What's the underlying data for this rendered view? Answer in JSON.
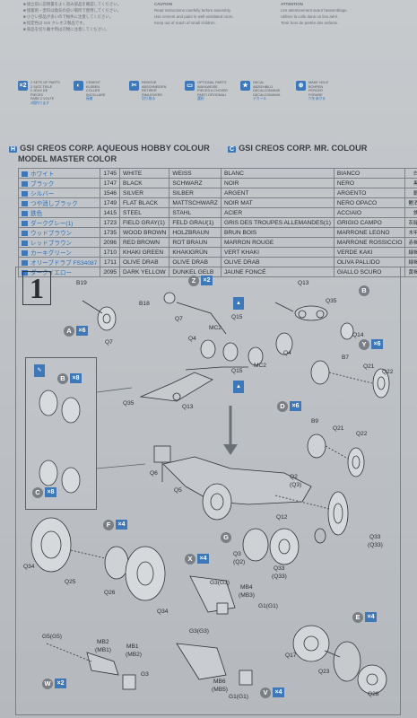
{
  "header": {
    "gsi_aqueous_title": "GSI CREOS CORP. AQUEOUS HOBBY COLOUR",
    "model_master_title": "MODEL MASTER COLOR",
    "gsi_mr_title": "GSI CREOS CORP. MR. COLOUR",
    "h_badge": "H",
    "c_badge": "C"
  },
  "caution_heading": "CAUTION",
  "attention_heading": "ATTENTION",
  "symbols": [
    {
      "badge": "×2",
      "lines": [
        "2 SETS OF PARTS",
        "2 SATZ TEILE",
        "2 JEUX DE PIECES",
        "FARE 2 VOLTE",
        "2個作ります"
      ]
    },
    {
      "badge": "◐",
      "lines": [
        "CEMENT",
        "KLEBEN",
        "COLLER",
        "INCOLLARE",
        "接着"
      ]
    },
    {
      "badge": "✂",
      "lines": [
        "REMOVE",
        "ABSCHNEIDEN",
        "RETIRER",
        "RIMUOVERE",
        "切り取る"
      ]
    },
    {
      "badge": "▭",
      "lines": [
        "OPTIONAL PARTS",
        "WAHLWEISE",
        "PIECES A CHOISIR",
        "PARTI OPZIONALI",
        "選択"
      ]
    },
    {
      "badge": "★",
      "lines": [
        "DECAL",
        "ABZIEHBILD",
        "DECALCOMANIE",
        "DECALCOMANIA",
        "デカール"
      ]
    },
    {
      "badge": "⊕",
      "lines": [
        "MAKE HOLE",
        "BOHREN",
        "PERCER",
        "FORARE",
        "穴をあける"
      ]
    }
  ],
  "color_table": [
    {
      "jp": "ホワイト",
      "code": "1745",
      "en": "WHITE",
      "de": "WEISS",
      "fr": "BLANC",
      "it": "BIANCO",
      "ja2": "白色"
    },
    {
      "jp": "ブラック",
      "code": "1747",
      "en": "BLACK",
      "de": "SCHWARZ",
      "fr": "NOIR",
      "it": "NERO",
      "ja2": "黒色"
    },
    {
      "jp": "シルバー",
      "code": "1546",
      "en": "SILVER",
      "de": "SILBER",
      "fr": "ARGENT",
      "it": "ARGENTO",
      "ja2": "銀色"
    },
    {
      "jp": "つや消しブラック",
      "code": "1749",
      "en": "FLAT BLACK",
      "de": "MATTSCHWARZ",
      "fr": "NOIR MAT",
      "it": "NERO OPACO",
      "ja2": "艶消黒"
    },
    {
      "jp": "鉄色",
      "code": "1415",
      "en": "STEEL",
      "de": "STAHL",
      "fr": "ACIER",
      "it": "ACCIAIO",
      "ja2": "鉄色"
    },
    {
      "jp": "ダークグレー(1)",
      "code": "1723",
      "en": "FIELD GRAY(1)",
      "de": "FELD GRAU(1)",
      "fr": "GRIS DES TROUPES ALLEMANDES(1)",
      "it": "GRIGIO CAMPO",
      "ja2": "灰緑色"
    },
    {
      "jp": "ウッドブラウン",
      "code": "1735",
      "en": "WOOD BROWN",
      "de": "HOLZBRAUN",
      "fr": "BRUN BOIS",
      "it": "MARRONE LEGNO",
      "ja2": "木甲色"
    },
    {
      "jp": "レッドブラウン",
      "code": "2096",
      "en": "RED BROWN",
      "de": "ROT BRAUN",
      "fr": "MARRON ROUGE",
      "it": "MARRONE ROSSICCIO",
      "ja2": "赤褐色"
    },
    {
      "jp": "カーキグリーン",
      "code": "1710",
      "en": "KHAKI GREEN",
      "de": "KHAKIGRÜN",
      "fr": "VERT KHAKI",
      "it": "VERDE KAKI",
      "ja2": "緑褐色"
    },
    {
      "jp": "オリーブドラブ FS34087",
      "code": "1711",
      "en": "OLIVE DRAB",
      "de": "OLIVE DRAB",
      "fr": "OLIVE DRAB",
      "it": "OLIVA PALLIDO",
      "ja2": "緑褐色"
    },
    {
      "jp": "ダークイエロー",
      "code": "2095",
      "en": "DARK YELLOW",
      "de": "DUNKEL GELB",
      "fr": "JAUNE FONCÉ",
      "it": "GIALLO SCURO",
      "ja2": "黄褐色"
    }
  ],
  "step": {
    "number": "1",
    "labels": {
      "b19": "B19",
      "b18": "B18",
      "q7a": "Q7",
      "q7b": "Q7",
      "q13a": "Q13",
      "q35a": "Q35",
      "q14": "Q14",
      "q15a": "Q15",
      "q15b": "Q15",
      "mc2a": "MC2",
      "mc2b": "MC2",
      "q4a": "Q4",
      "q4b": "Q4",
      "q13b": "Q13",
      "q35b": "Q35",
      "b7": "B7",
      "q21a": "Q21",
      "q22a": "Q22",
      "b9": "B9",
      "q21b": "Q21",
      "q22b": "Q22",
      "q6": "Q6",
      "q5": "Q5",
      "q2": "Q2",
      "q3a": "(Q3)",
      "q12": "Q12",
      "q33a": "Q33",
      "q33b": "(Q33)",
      "q34a": "Q34",
      "q25": "Q25",
      "q26": "Q26",
      "q34b": "Q34",
      "q3b": "Q3",
      "q2b": "(Q2)",
      "q33c": "Q33",
      "q33d": "(Q33)",
      "g3": "G3(G3)",
      "mb4": "MB4",
      "mb3": "(MB3)",
      "g1": "G1(G1)",
      "g5": "G5(G5)",
      "mb2": "MB2",
      "mb1a": "(MB1)",
      "mb1": "MB1",
      "mb2b": "(MB2)",
      "g2": "G3(G3)",
      "mb6": "MB6",
      "mb5": "(MB5)",
      "g1b": "G1(G1)",
      "g3b": "G3",
      "q17": "Q17",
      "q23": "Q23",
      "q28": "Q28"
    },
    "callouts": [
      {
        "letter": "A",
        "mult": "×6"
      },
      {
        "letter": "Z",
        "mult": "×2"
      },
      {
        "letter": "B",
        "mult": ""
      },
      {
        "letter": "Y",
        "mult": "×6"
      },
      {
        "letter": "D",
        "mult": "×6"
      },
      {
        "letter": "B",
        "mult": "×8"
      },
      {
        "letter": "C",
        "mult": "×8"
      },
      {
        "letter": "F",
        "mult": "×4"
      },
      {
        "letter": "G",
        "mult": ""
      },
      {
        "letter": "X",
        "mult": "×4"
      },
      {
        "letter": "E",
        "mult": "×4"
      },
      {
        "letter": "W",
        "mult": "×2"
      },
      {
        "letter": "V",
        "mult": "×4"
      }
    ]
  },
  "colors": {
    "accent": "#3f78b9",
    "paper": "#bfc3c6"
  }
}
